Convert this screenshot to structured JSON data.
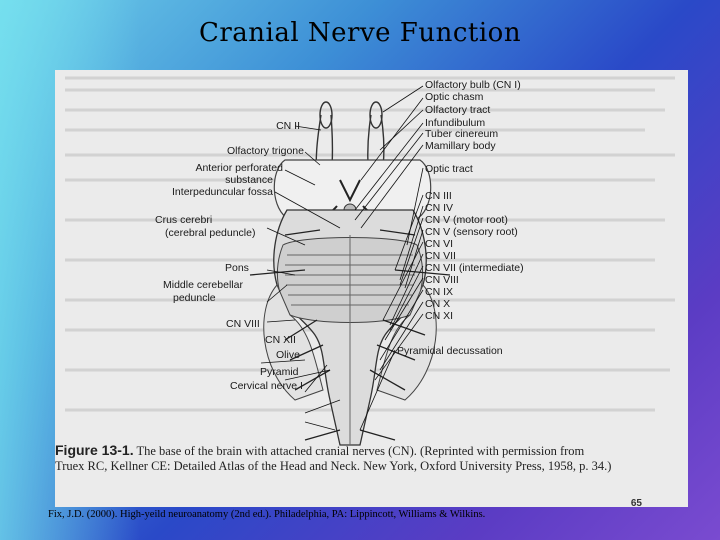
{
  "slide": {
    "title": "Cranial Nerve Function",
    "citation": "Fix, J.D. (2000). High-yeild neuroanatomy (2nd ed.). Philadelphia, PA: Lippincott, Williams & Wilkins."
  },
  "figure": {
    "labels_right": {
      "olfactory_bulb": "Olfactory bulb (CN I)",
      "optic_chasm": "Optic chasm",
      "olfactory_tract": "Olfactory tract",
      "infundibulum": "Infundibulum",
      "tuber_cinereum": "Tuber cinereum",
      "mamillary_body": "Mamillary body",
      "optic_tract": "Optic tract",
      "cn3": "CN III",
      "cn4": "CN IV",
      "cn5_motor": "CN V (motor root)",
      "cn5_sensory": "CN V (sensory root)",
      "cn6": "CN VI",
      "cn7": "CN VII",
      "cn7_int": "CN VII (intermediate)",
      "cn8r": "CN VIII",
      "cn9": "CN IX",
      "cn10": "CN X",
      "cn11": "CN XI",
      "pyramidal_decussation": "Pyramidal decussation"
    },
    "labels_left": {
      "cn2": "CN II",
      "olfactory_trigone": "Olfactory trigone",
      "anterior_perforated": "Anterior perforated",
      "substance": "substance",
      "interpeduncular": "Interpeduncular fossa",
      "crus1": "Crus cerebri",
      "crus2": "(cerebral peduncle)",
      "pons": "Pons",
      "mcp1": "Middle cerebellar",
      "mcp2": "peduncle",
      "cn8l": "CN VIII",
      "cn12": "CN XII",
      "olive": "Olive",
      "pyramid": "Pyramid",
      "cervical": "Cervical nerve I"
    },
    "caption_fig": "Figure 13-1.",
    "caption_line1": " The base of the brain with attached cranial nerves (CN). (Reprinted with permission from",
    "caption_line2": "Truex RC, Kellner CE: Detailed Atlas of the Head and Neck. New York, Oxford University Press, 1958, p. 34.)",
    "page_number": "65"
  }
}
